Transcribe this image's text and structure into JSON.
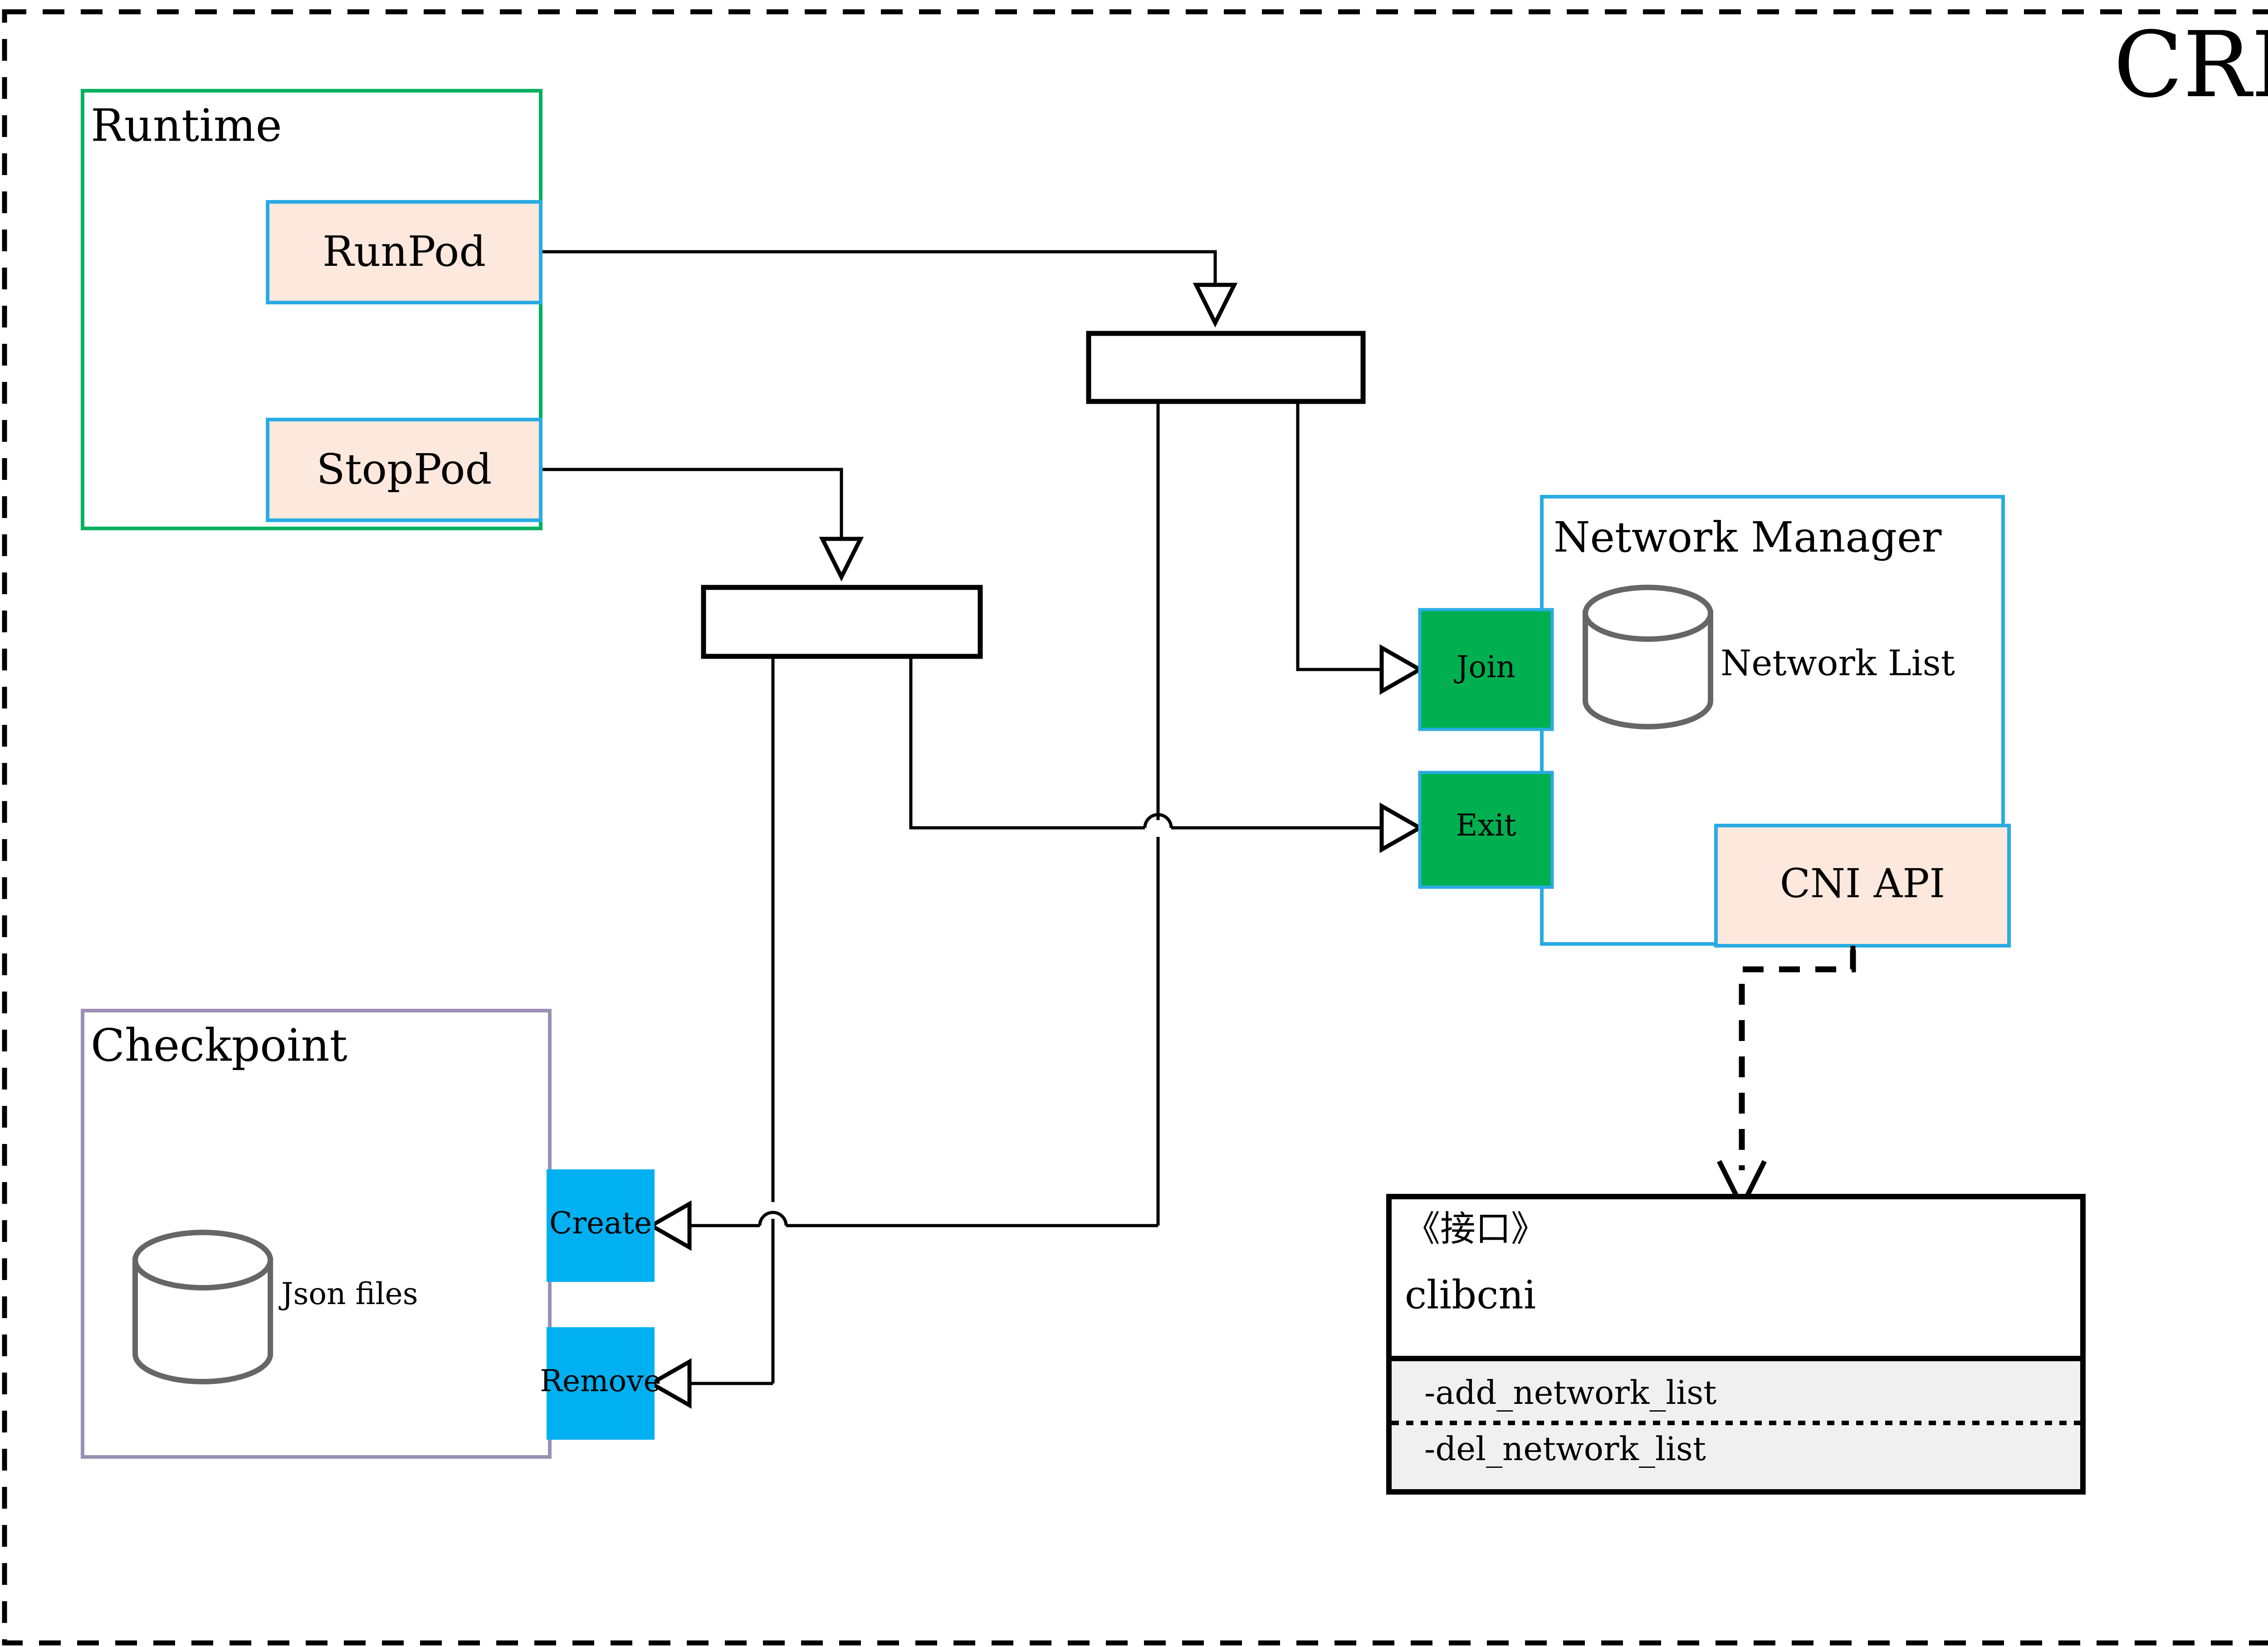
{
  "diagram": {
    "title": "CRI",
    "title_color": "#8a6a08",
    "outer_border_style": "dashed",
    "runtime": {
      "label": "Runtime",
      "border_color": "#00b060",
      "actions": [
        {
          "label": "RunPod",
          "fill": "#fce8dc",
          "border": "#29abe2"
        },
        {
          "label": "StopPod",
          "fill": "#fce8dc",
          "border": "#29abe2"
        }
      ]
    },
    "checkpoint": {
      "label": "Checkpoint",
      "border_color": "#9b8fb5",
      "store_label": "Json files",
      "store_icon": "cylinder-icon",
      "actions": [
        {
          "label": "Create",
          "fill": "#00b0f0"
        },
        {
          "label": "Remove",
          "fill": "#00b0f0"
        }
      ]
    },
    "network_manager": {
      "label": "Network Manager",
      "border_color": "#29abe2",
      "store_label": "Network List",
      "store_icon": "cylinder-icon",
      "api": {
        "label": "CNI API",
        "fill": "#fce8dc",
        "border": "#29abe2"
      },
      "ports": [
        {
          "label": "Join",
          "fill": "#00b050",
          "border": "#29abe2"
        },
        {
          "label": "Exit",
          "fill": "#00b050",
          "border": "#29abe2"
        }
      ]
    },
    "interface_box": {
      "stereotype": "《接口》",
      "name": "clibcni",
      "methods": [
        "-add_network_list",
        "-del_network_list"
      ],
      "methods_bg": "#f0f0f0"
    },
    "fork_bars": [
      {
        "name": "fork-bar-runpod"
      },
      {
        "name": "fork-bar-stoppod"
      }
    ]
  }
}
